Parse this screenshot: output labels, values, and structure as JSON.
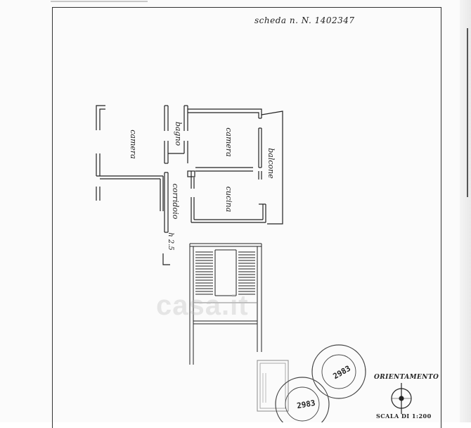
{
  "header": {
    "scheda_number": "scheda n. N. 1402347"
  },
  "rooms": {
    "camera_left": "camera",
    "bagno": "bagno",
    "camera_right": "camera",
    "balcone": "balcone",
    "corridoio": "corridoio",
    "cucina": "cucina"
  },
  "level_mark": "h 2.5",
  "watermark": "casa.it",
  "stamp_top": {
    "number": "2983"
  },
  "stamp_bottom": {
    "number": "2983"
  },
  "orientation": {
    "label": "ORIENTAMENTO"
  },
  "scale": {
    "label": "SCALA DI 1:200"
  }
}
